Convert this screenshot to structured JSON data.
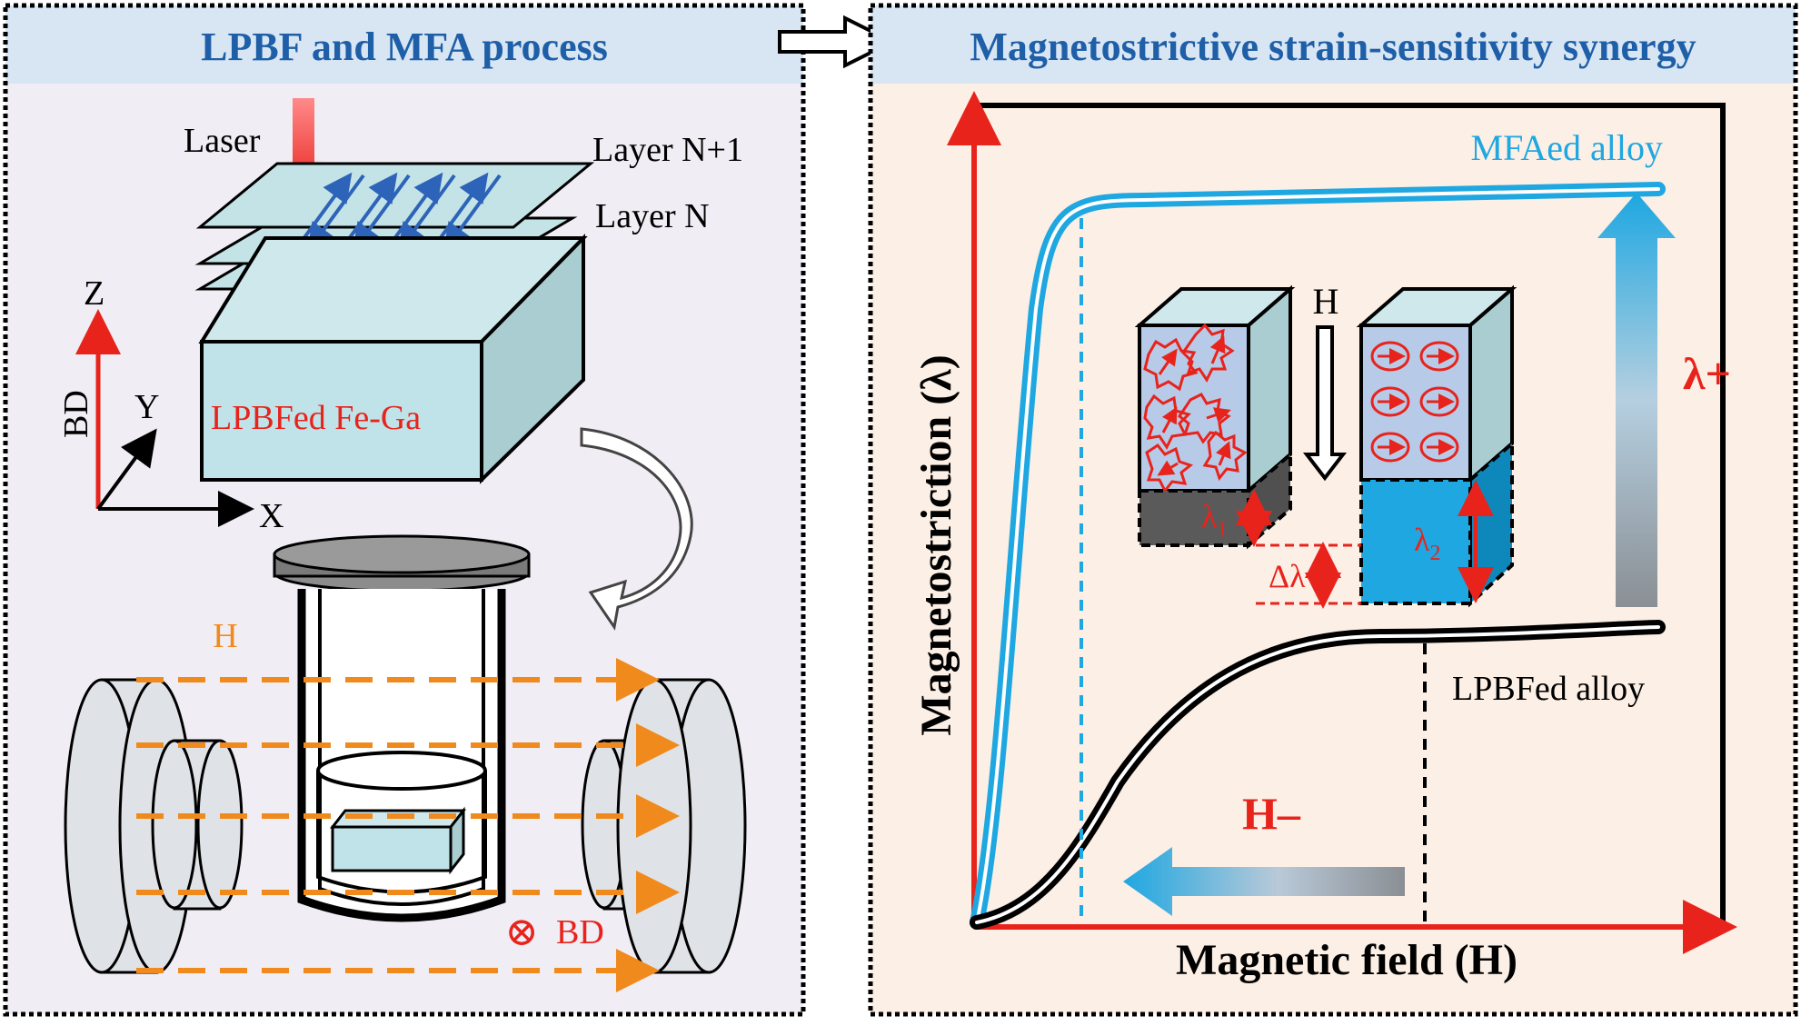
{
  "left_panel": {
    "title": "LPBF and MFA process",
    "laser_label": "Laser",
    "layer_top_label": "Layer N+1",
    "layer_label": "Layer N",
    "block_label": "LPBFed Fe-Ga",
    "axis_z": "Z",
    "axis_y": "Y",
    "axis_x": "X",
    "axis_bd": "BD",
    "field_label": "H",
    "bd_marker": "⊗",
    "bd_label": "BD"
  },
  "right_panel": {
    "title": "Magnetostrictive strain-sensitivity synergy",
    "ylabel": "Magnetostriction (λ)",
    "xlabel": "Magnetic field (H)",
    "mfa_curve_label": "MFAed alloy",
    "lpbf_curve_label": "LPBFed alloy",
    "field_label": "H",
    "lambda1": "λ",
    "lambda1_sub": "1",
    "lambda2": "λ",
    "lambda2_sub": "2",
    "delta_lambda": "Δλ",
    "lambda_plus": "λ+",
    "h_minus": "H–"
  },
  "colors": {
    "title_blue": "#1f5fa8",
    "title_band": "#d8e6f4",
    "left_bg": "#f1edf5",
    "right_bg": "#fcefe5",
    "red": "#e8231c",
    "cyan": "#1ea7e1",
    "orange": "#f08a1c",
    "slab": "#c3e3e7",
    "gray": "#dfe2e6"
  }
}
